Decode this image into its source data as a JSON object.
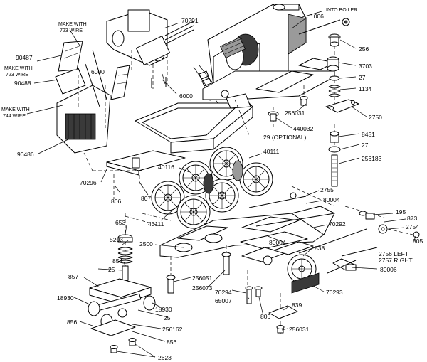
{
  "diagram": {
    "notes": {
      "make_723_top_a": "MAKE WITH",
      "make_723_top_b": "723 WIRE",
      "make_723_left_a": "MAKE WITH",
      "make_723_left_b": "723 WIRE",
      "make_744_a": "MAKE WITH",
      "make_744_b": "744 WIRE",
      "into_boiler": "INTO BOILER",
      "optional": "29 (OPTIONAL)",
      "left_right_a": "2756 LEFT",
      "left_right_b": "2757 RIGHT"
    },
    "part_labels": {
      "p90487": "90487",
      "p90488": "90488",
      "p90486": "90486",
      "p6000a": "6000",
      "p6000b": "6000",
      "p70291": "70291",
      "p1006": "1006",
      "p256": "256",
      "p3703": "3703",
      "p27a": "27",
      "p1134": "1134",
      "p2750": "2750",
      "p256031a": "256031",
      "p440032": "440032",
      "p8451": "8451",
      "p27b": "27",
      "p256183": "256183",
      "p40111a": "40111",
      "p40116": "40116",
      "p70296": "70296",
      "p806a": "806",
      "p807": "807",
      "p40111b": "40111",
      "p2755": "2755",
      "p80004a": "80004",
      "p195": "195",
      "p873": "873",
      "p2754": "2754",
      "p805": "805",
      "p653": "653",
      "p70292": "70292",
      "p5203": "5203",
      "p2500": "2500",
      "p80004b": "80004",
      "p838": "838",
      "p854": "854",
      "p25a": "25",
      "p857": "857",
      "p256051": "256051",
      "p256073": "256073",
      "p80006": "80006",
      "p70294": "70294",
      "p65007": "65007",
      "p70293": "70293",
      "p18930a": "18930",
      "p18930b": "18930",
      "p25b": "25",
      "p806b": "806",
      "p839": "839",
      "p856a": "856",
      "p256162": "256162",
      "p856b": "856",
      "p256031b": "256031",
      "p2623": "2623"
    }
  }
}
